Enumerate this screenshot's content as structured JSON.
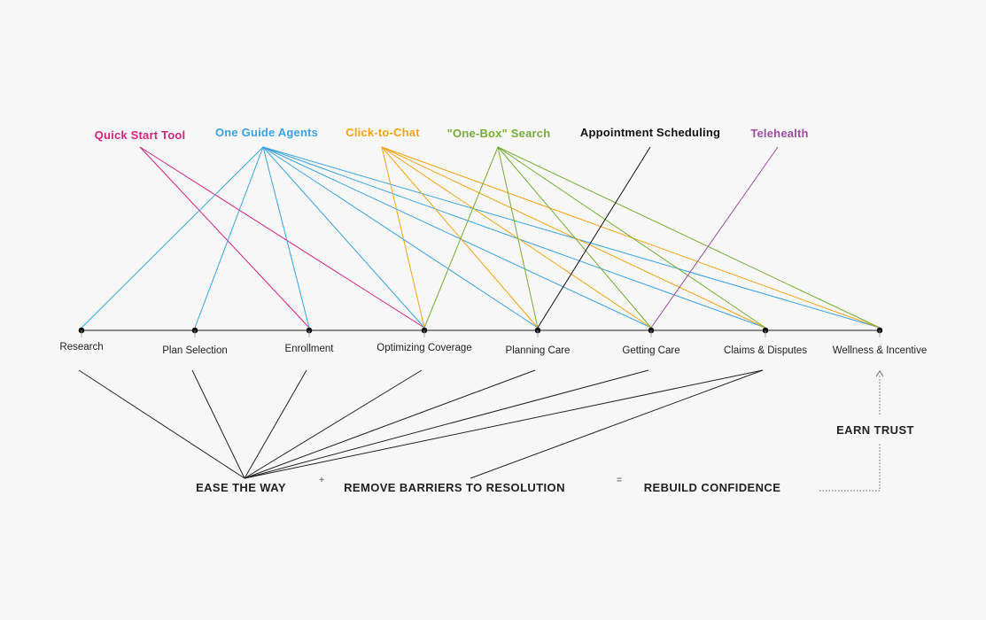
{
  "features": [
    {
      "key": "qst",
      "label": "Quick Start Tool",
      "color": "#d6247e"
    },
    {
      "key": "oga",
      "label": "One Guide Agents",
      "color": "#3aa2e0"
    },
    {
      "key": "ctc",
      "label": "Click-to-Chat",
      "color": "#f2a414"
    },
    {
      "key": "obs",
      "label": "\"One-Box\" Search",
      "color": "#77ad34"
    },
    {
      "key": "aps",
      "label": "Appointment Scheduling",
      "color": "#111111"
    },
    {
      "key": "tel",
      "label": "Telehealth",
      "color": "#9e4ca2"
    }
  ],
  "stages": [
    {
      "key": "research",
      "label": "Research"
    },
    {
      "key": "plan",
      "label": "Plan Selection"
    },
    {
      "key": "enroll",
      "label": "Enrollment"
    },
    {
      "key": "optimize",
      "label": "Optimizing Coverage"
    },
    {
      "key": "planning",
      "label": "Planning Care"
    },
    {
      "key": "getting",
      "label": "Getting Care"
    },
    {
      "key": "claims",
      "label": "Claims & Disputes"
    },
    {
      "key": "wellness",
      "label": "Wellness & Incentive"
    }
  ],
  "connections": [
    {
      "from": "qst",
      "to": [
        "enroll",
        "optimize"
      ]
    },
    {
      "from": "oga",
      "to": [
        "research",
        "plan",
        "enroll",
        "optimize",
        "planning",
        "getting",
        "claims",
        "wellness"
      ]
    },
    {
      "from": "ctc",
      "to": [
        "optimize",
        "planning",
        "getting",
        "claims",
        "wellness"
      ]
    },
    {
      "from": "obs",
      "to": [
        "optimize",
        "planning",
        "getting",
        "claims",
        "wellness"
      ]
    },
    {
      "from": "aps",
      "to": [
        "planning"
      ]
    },
    {
      "from": "tel",
      "to": [
        "getting"
      ]
    }
  ],
  "outcomes": {
    "ease": "EASE THE WAY",
    "plus": "+",
    "remove": "REMOVE BARRIERS TO RESOLUTION",
    "equals": "=",
    "rebuild": "REBUILD CONFIDENCE",
    "earn": "EARN TRUST"
  },
  "outcome_links": [
    {
      "from": "ease",
      "to": [
        "research",
        "plan",
        "enroll",
        "optimize",
        "planning",
        "getting",
        "claims"
      ]
    },
    {
      "from": "remove",
      "to": [
        "claims"
      ]
    }
  ]
}
